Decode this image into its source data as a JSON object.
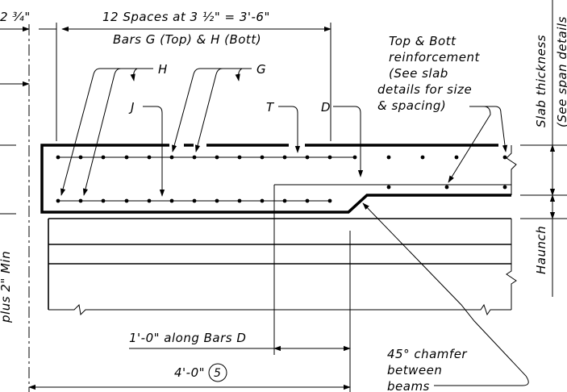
{
  "labels": {
    "top_fraction": "2 ¾\"",
    "spaces": "12 Spaces at 3 ½\" = 3'-6\"",
    "bars_gh": "Bars G (Top) & H (Bott)",
    "bar_h": "H",
    "bar_g": "G",
    "bar_j": "J",
    "bar_t": "T",
    "bar_d": "D",
    "reinf_1": "Top & Bott",
    "reinf_2": "reinforcement",
    "reinf_3": "(See slab",
    "reinf_4": "details for size",
    "reinf_5": "& spacing)",
    "slab_thickness": "Slab thickness",
    "span_details": "(See span details",
    "haunch": "Haunch",
    "plus_2_min": "plus 2\" Min",
    "along_d": "1'-0\" along Bars D",
    "four_ft": "4'-0\"",
    "circle_num": "5",
    "chamfer_1": "45° chamfer",
    "chamfer_2": "between",
    "chamfer_3": "beams"
  },
  "colors": {
    "line": "#000000",
    "background": "#ffffff"
  }
}
